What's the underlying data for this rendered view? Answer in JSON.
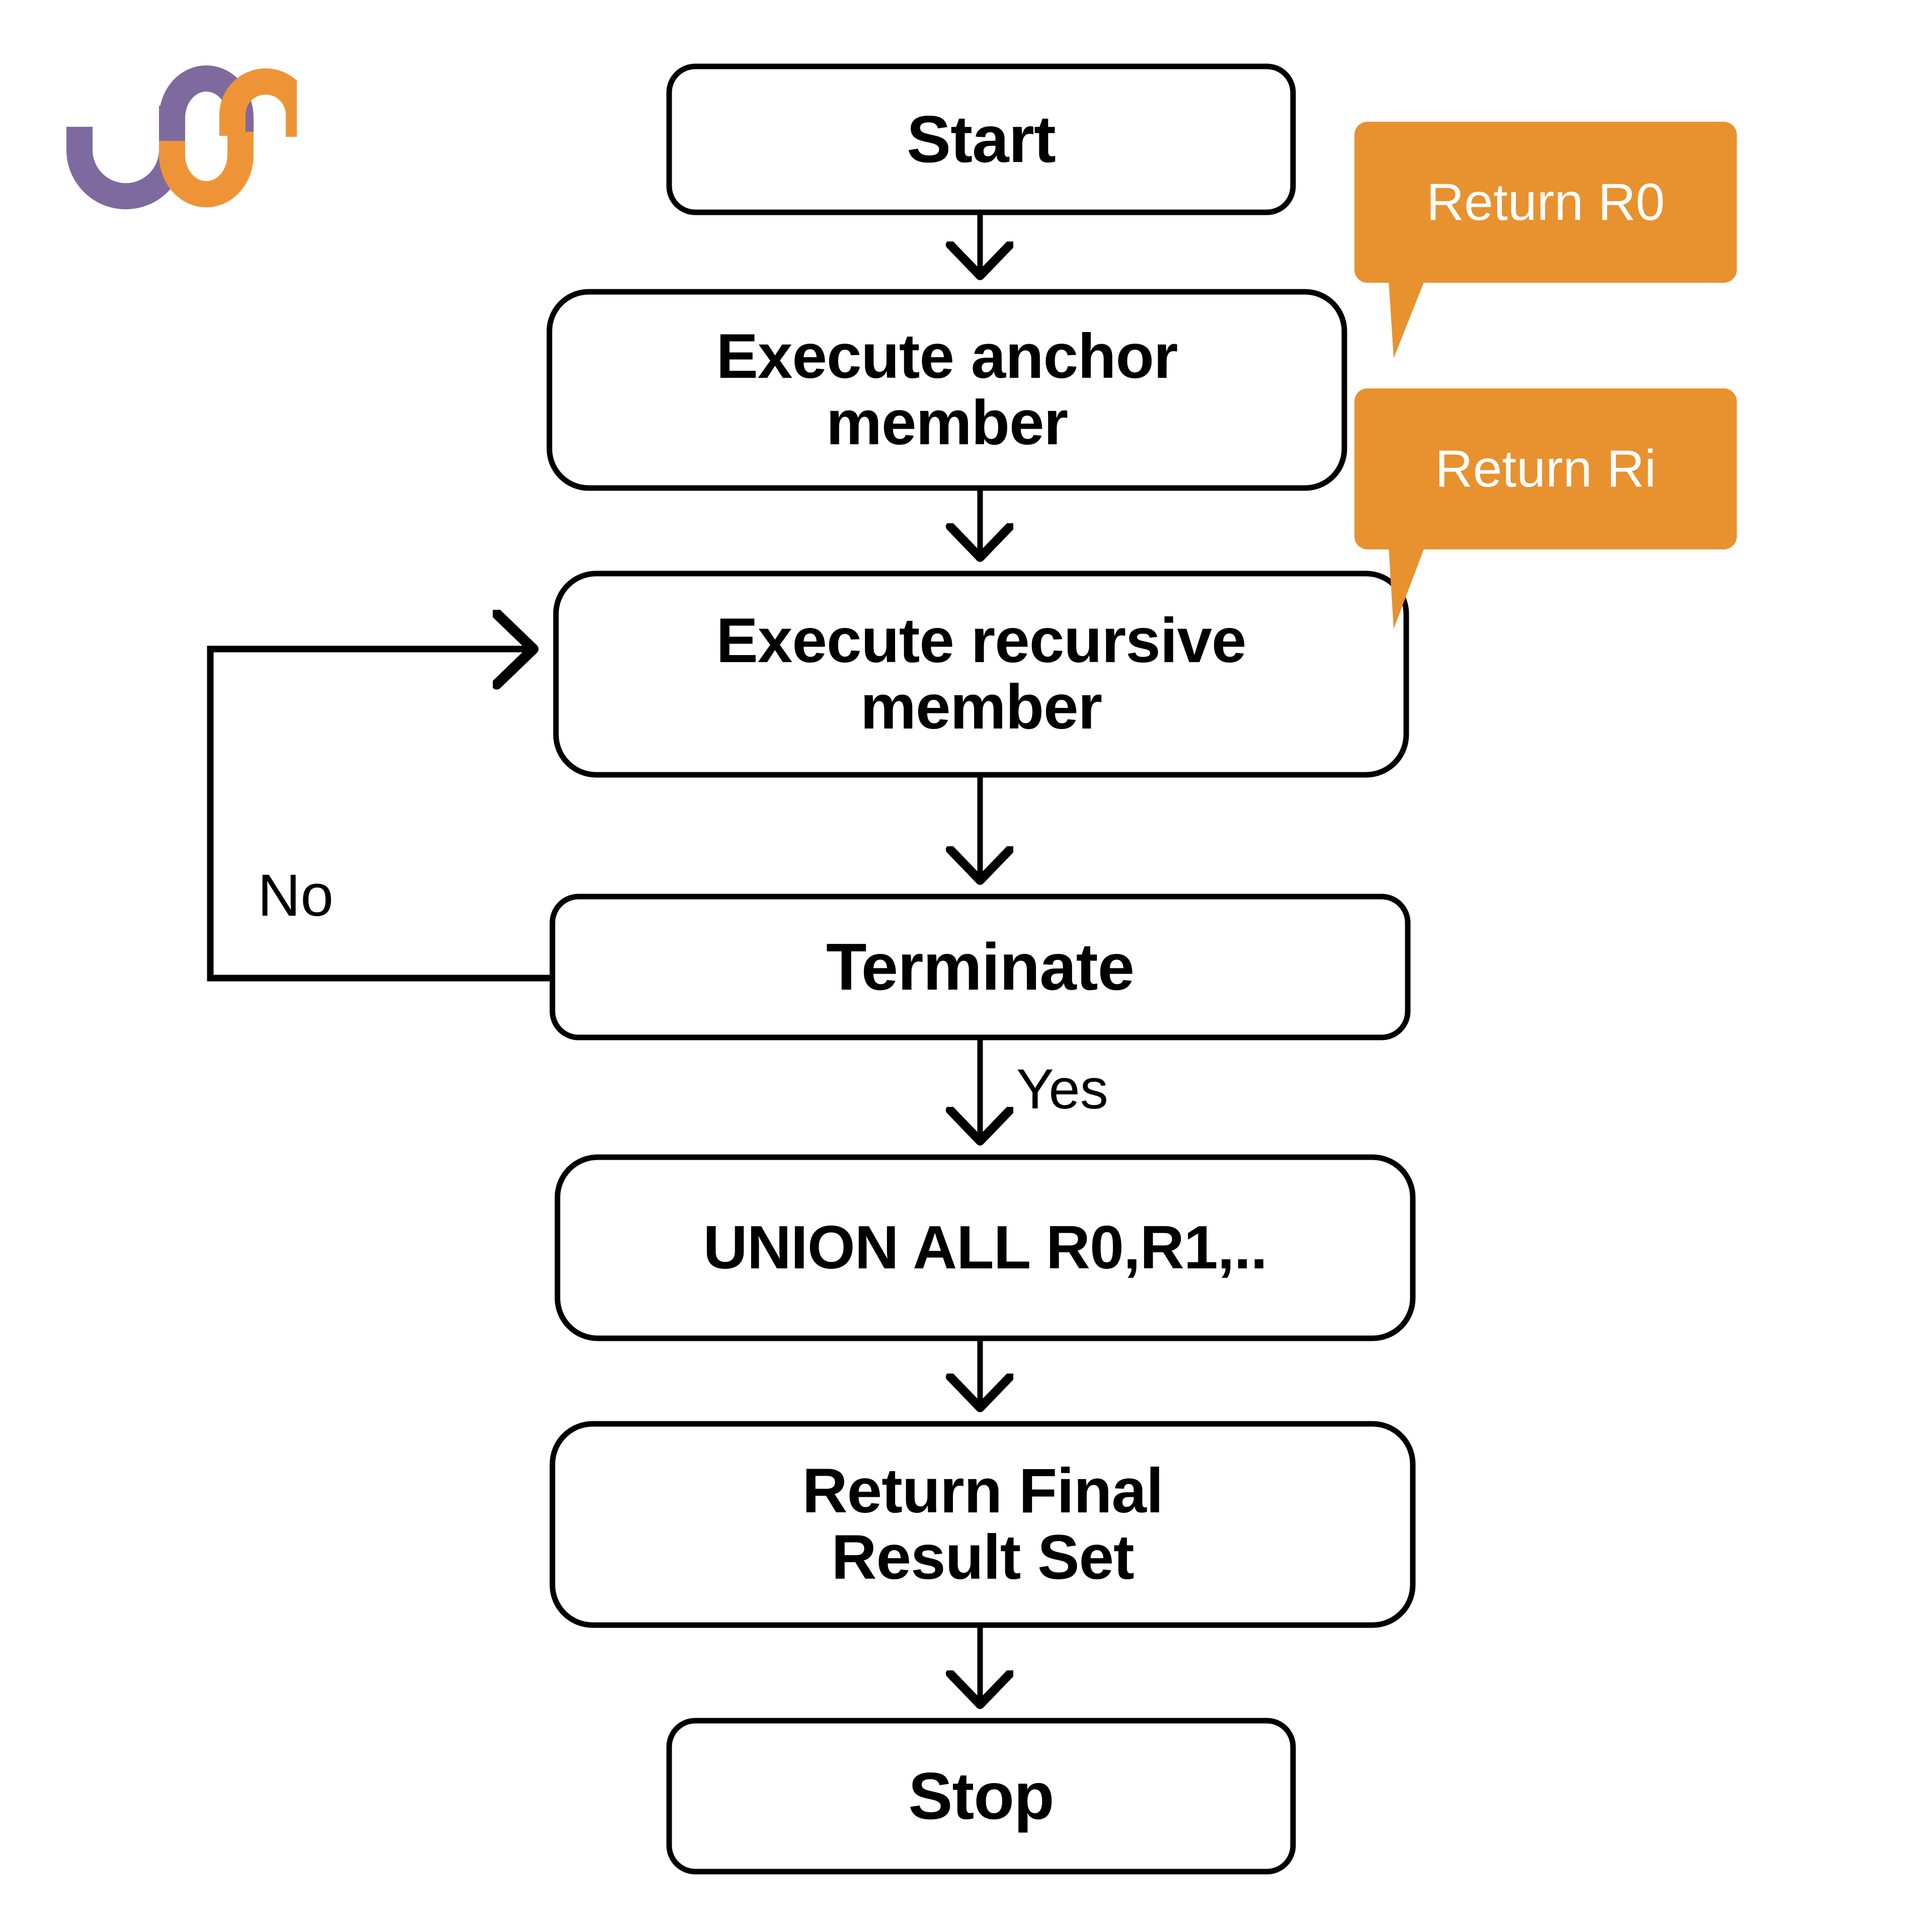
{
  "diagram": {
    "title": "Recursive CTE execution flowchart",
    "colors": {
      "stroke": "#000000",
      "node_fill": "#ffffff",
      "callout_fill": "#E8912F",
      "callout_text": "#ffffff",
      "logo_purple": "#7E6A9E",
      "logo_orange": "#EF9436"
    },
    "logo": {
      "name": "jm-monogram-logo"
    },
    "nodes": [
      {
        "id": "start",
        "label": "Start"
      },
      {
        "id": "anchor",
        "label": "Execute anchor\nmember"
      },
      {
        "id": "recursive",
        "label": "Execute recursive\nmember"
      },
      {
        "id": "terminate",
        "label": "Terminate"
      },
      {
        "id": "union",
        "label": "UNION ALL R0,R1,.."
      },
      {
        "id": "final",
        "label": "Return Final\nResult Set"
      },
      {
        "id": "stop",
        "label": "Stop"
      }
    ],
    "callouts": [
      {
        "id": "return-r0",
        "label": "Return R0"
      },
      {
        "id": "return-ri",
        "label": "Return Ri"
      }
    ],
    "edge_labels": [
      {
        "id": "no",
        "label": "No"
      },
      {
        "id": "yes",
        "label": "Yes"
      }
    ]
  }
}
